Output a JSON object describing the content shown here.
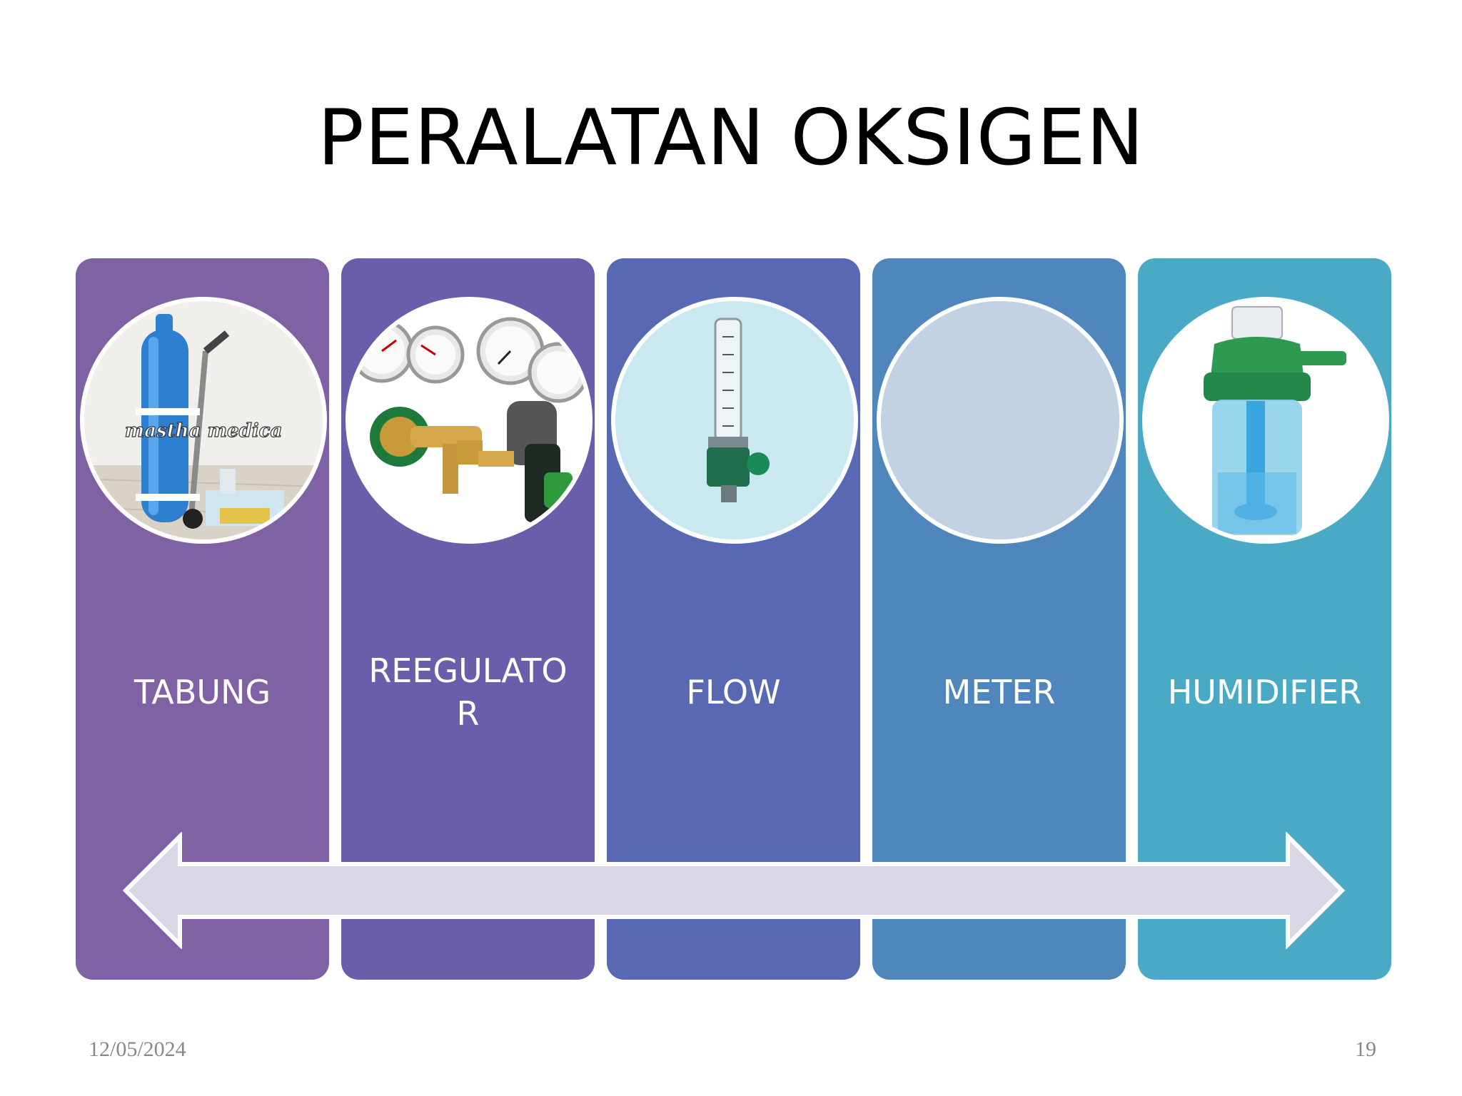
{
  "slide": {
    "title": "PERALATAN OKSIGEN",
    "date": "12/05/2024",
    "page_number": "19"
  },
  "columns": [
    {
      "label_lines": [
        "TABUNG"
      ],
      "color": "#7e62a3",
      "image": "oxygen-tank-icon",
      "image_text": "mastha medica"
    },
    {
      "label_lines": [
        "REEGULATO",
        "R"
      ],
      "color": "#6a5eaa",
      "image": "pressure-regulator-icon"
    },
    {
      "label_lines": [
        "FLOW"
      ],
      "color": "#5868b2",
      "image": "flowmeter-icon"
    },
    {
      "label_lines": [
        "METER"
      ],
      "color": "#4f86bb",
      "image": "empty-placeholder"
    },
    {
      "label_lines": [
        "HUMIDIFIER"
      ],
      "color": "#4aaac6",
      "image": "humidifier-bottle-icon"
    }
  ],
  "arrow": {
    "fill": "#d9d6e6",
    "stroke": "#ffffff",
    "icon": "double-headed-arrow-icon"
  }
}
